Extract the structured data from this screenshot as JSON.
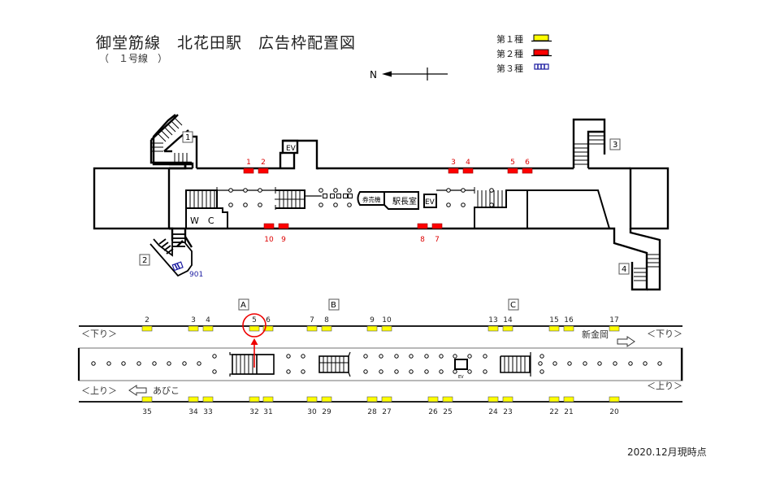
{
  "title": "御堂筋線　北花田駅　広告枠配置図",
  "subtitle": "（　１号線　）",
  "as_of": "2020.12月現時点",
  "compass": {
    "label": "N",
    "icon": "north-arrow-icon"
  },
  "legend": [
    {
      "label": "第１種",
      "color": "#ffff00",
      "type": "type-1"
    },
    {
      "label": "第２種",
      "color": "#ff0000",
      "type": "type-2"
    },
    {
      "label": "第３種",
      "color": "#1a1aa0",
      "type": "type-3"
    }
  ],
  "concourse": {
    "exits": [
      "1",
      "2",
      "3",
      "4"
    ],
    "rooms": {
      "ev": "EV",
      "wc": "W　C",
      "ticket_machine": "券売機",
      "station_office": "駅長室"
    },
    "ads_type2_top": [
      "1",
      "2",
      "3",
      "4",
      "5",
      "6"
    ],
    "ads_type2_bottom": [
      "10",
      "9",
      "8",
      "7"
    ],
    "ads_type3": [
      "901"
    ]
  },
  "platform": {
    "exit_markers": [
      "A",
      "B",
      "C"
    ],
    "down_label": "＜下り＞",
    "up_label": "＜上り＞",
    "down_destination": "新金岡",
    "up_destination": "あびこ",
    "ev_label": "EV",
    "ads_top": [
      "2",
      "3",
      "4",
      "5",
      "6",
      "7",
      "8",
      "9",
      "10",
      "13",
      "14",
      "15",
      "16",
      "17"
    ],
    "ads_bottom": [
      "35",
      "34",
      "33",
      "32",
      "31",
      "30",
      "29",
      "28",
      "27",
      "26",
      "25",
      "24",
      "23",
      "22",
      "21",
      "20"
    ],
    "highlighted_ad": "5"
  }
}
